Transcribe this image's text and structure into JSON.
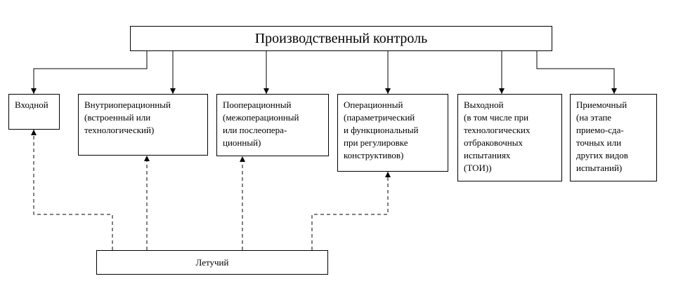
{
  "diagram": {
    "root": "Производственный контроль",
    "types": [
      {
        "id": "input",
        "lines": [
          "Входной"
        ]
      },
      {
        "id": "intra",
        "lines": [
          "Внутриоперационный",
          "(встроенный или",
          "технологический)"
        ]
      },
      {
        "id": "inter",
        "lines": [
          "Пооперационный",
          "(межоперационный",
          "или послеопера-",
          "ционный)"
        ]
      },
      {
        "id": "oper",
        "lines": [
          "Операционный",
          "(параметрический",
          "и функциональный",
          "при регулировке",
          "конструктивов)"
        ]
      },
      {
        "id": "output",
        "lines": [
          "Выходной",
          "(в том числе при",
          "технологических",
          "отбраковочных",
          "испытаниях",
          "(ТОИ))"
        ]
      },
      {
        "id": "accept",
        "lines": [
          "Приемочный",
          "(на этапе",
          "приемо-сда-",
          "точных или",
          "других видов",
          "испытаний)"
        ]
      }
    ],
    "flying": "Летучий"
  }
}
